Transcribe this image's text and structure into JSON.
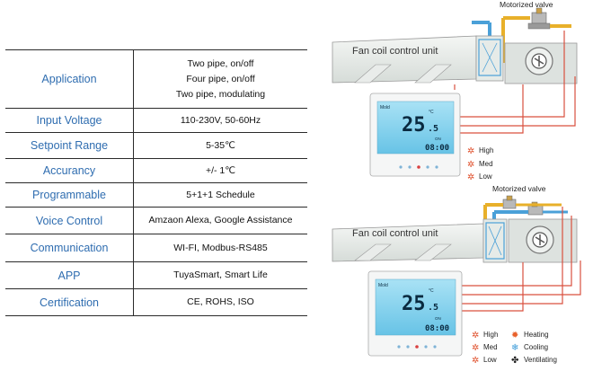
{
  "spec_table": [
    {
      "key": "Application",
      "values": [
        "Two pipe, on/off",
        "Four pipe, on/off",
        "Two pipe, modulating"
      ]
    },
    {
      "key": "Input Voltage",
      "values": [
        "110-230V, 50-60Hz"
      ]
    },
    {
      "key": "Setpoint Range",
      "values": [
        "5-35℃"
      ]
    },
    {
      "key": "Accurancy",
      "values": [
        "+/- 1℃"
      ]
    },
    {
      "key": "Programmable",
      "values": [
        "5+1+1 Schedule"
      ]
    },
    {
      "key": "Voice Control",
      "values": [
        "Amzaon Alexa, Google Assistance"
      ]
    },
    {
      "key": "Communication",
      "values": [
        "WI-FI, Modbus-RS485"
      ]
    },
    {
      "key": "APP",
      "values": [
        "TuyaSmart, Smart Life"
      ]
    },
    {
      "key": "Certification",
      "values": [
        "CE, ROHS, ISO"
      ]
    }
  ],
  "diagram_top": {
    "valve_label": "Motorized valve",
    "unit_label": "Fan coil control unit",
    "thermostat": {
      "mode": "Mold",
      "temp_int": "25",
      "temp_dec": ".5",
      "unit": "°C",
      "on_label": "ON",
      "time": "08:00"
    },
    "legend_fan": [
      "High",
      "Med",
      "Low"
    ]
  },
  "diagram_bottom": {
    "valve_label": "Motorized valve",
    "unit_label": "Fan coil control unit",
    "thermostat": {
      "mode": "Mold",
      "temp_int": "25",
      "temp_dec": ".5",
      "unit": "°C",
      "on_label": "ON",
      "time": "08:00"
    },
    "legend_fan": [
      "High",
      "Med",
      "Low"
    ],
    "legend_mode": [
      "Heating",
      "Cooling",
      "Ventilating"
    ]
  },
  "colors": {
    "table_key": "#2f6db0",
    "pipe_blue": "#4aa0d8",
    "pipe_yellow": "#e8b02a",
    "wire_red": "#d9503f",
    "lcd_blue": "#7fd0ee",
    "fan_red": "#e0502c"
  }
}
